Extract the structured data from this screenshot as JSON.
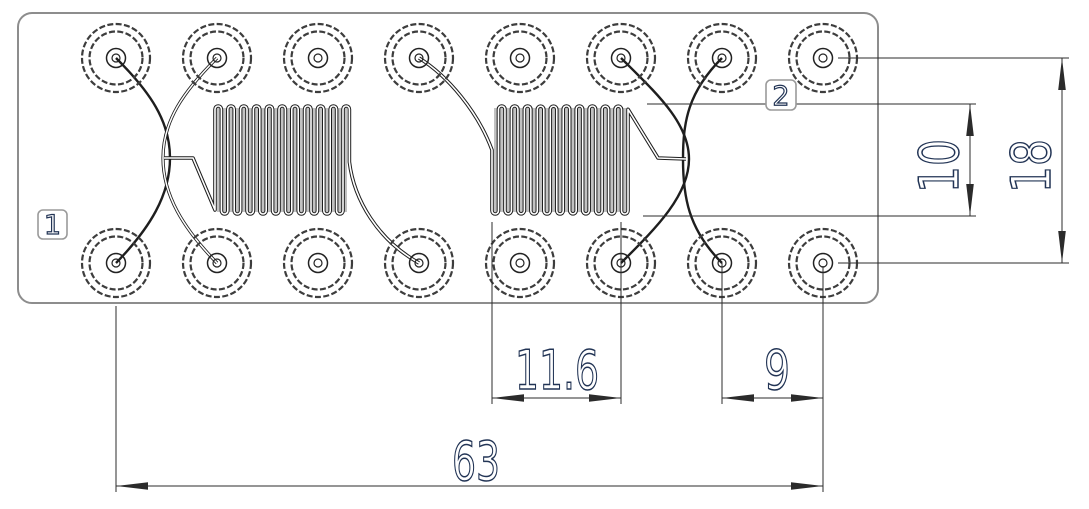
{
  "drawing": {
    "type": "microfluidic-chip-technical-drawing",
    "callouts": {
      "module1": "1",
      "module2": "2"
    },
    "dimensions": {
      "total_width": "63",
      "serpentine_to_outlet": "11.6",
      "port_pitch": "9",
      "mixer_height": "10",
      "row_spacing": "18"
    },
    "ports": {
      "rows": 2,
      "columns": 8,
      "columns_x": [
        116,
        217,
        318,
        419,
        520,
        621,
        722,
        823
      ],
      "rows_y": [
        58,
        263
      ],
      "radii": [
        34,
        26.5,
        9.5,
        4
      ]
    },
    "colors": {
      "line": "#222222",
      "channel": "#1e1e1e",
      "ring": "#3d3d3d",
      "plate_outline": "#8d8d8d",
      "dim_line": "#2b2b2b",
      "dim_text_stroke": "#223455",
      "serpentine_fill": "#c2c2c2",
      "background": "#ffffff"
    }
  }
}
